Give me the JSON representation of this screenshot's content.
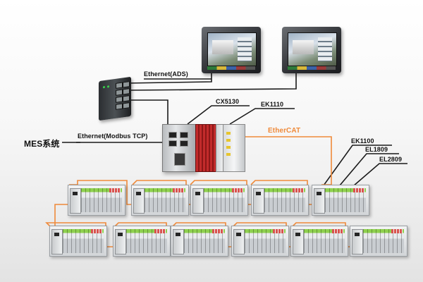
{
  "labels": {
    "ethernet_ads": "Ethernet(ADS)",
    "cx5130": "CX5130",
    "ek1110": "EK1110",
    "ethercat": "EtherCAT",
    "mes": "MES系统",
    "ethernet_modbus": "Ethernet(Modbus TCP)",
    "ek1100": "EK1100",
    "el1809": "EL1809",
    "el2809": "EL2809"
  },
  "colors": {
    "ethernet_cable": "#1a1a1a",
    "ethercat_cable": "#ef8a3a",
    "ethercat_label": "#ef8a3a",
    "terminal_red": "#c22b2b",
    "terminal_green": "#8fd14f"
  },
  "icons": {
    "hmi": "touch-panel-icon",
    "switch": "network-switch-icon",
    "controller": "embedded-pc-icon",
    "io_node": "io-terminal-node-icon"
  }
}
